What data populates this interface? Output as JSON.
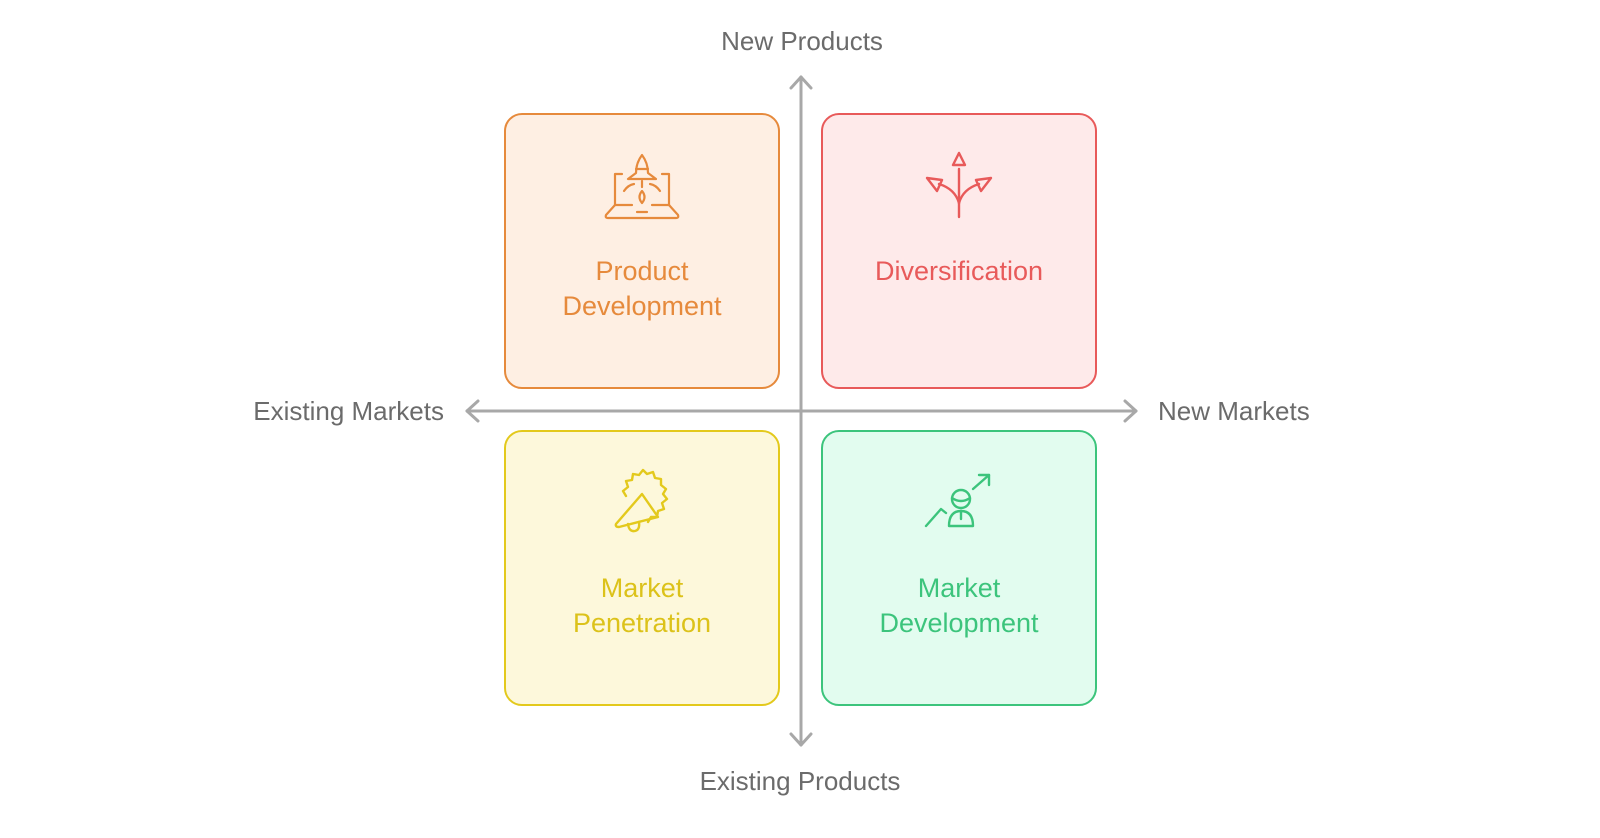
{
  "axes": {
    "top": "New Products",
    "bottom": "Existing Products",
    "left": "Existing Markets",
    "right": "New Markets",
    "color": "#a8a8a8"
  },
  "quadrants": {
    "product_development": {
      "title_line1": "Product",
      "title_line2": "Development",
      "icon": "rocket-laptop-icon",
      "color": "#e68a3c",
      "background": "#feefe3"
    },
    "diversification": {
      "title_line1": "Diversification",
      "title_line2": "",
      "icon": "branching-arrows-icon",
      "color": "#e85a5a",
      "background": "#feeaea"
    },
    "market_penetration": {
      "title_line1": "Market",
      "title_line2": "Penetration",
      "icon": "megaphone-icon",
      "color": "#e3c91c",
      "background": "#fdf8db"
    },
    "market_development": {
      "title_line1": "Market",
      "title_line2": "Development",
      "icon": "person-growth-icon",
      "color": "#3cc47c",
      "background": "#e2fcef"
    }
  }
}
